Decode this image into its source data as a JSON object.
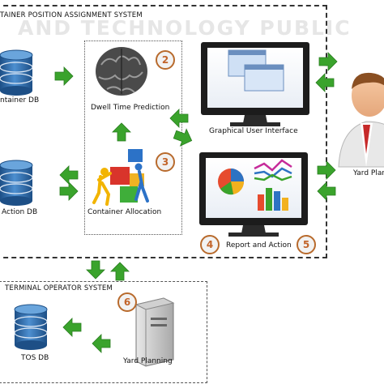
{
  "watermark": "AND TECHNOLOGY PUBLIC",
  "frames": {
    "cpas_title": "TAINER POSITION ASSIGNMENT SYSTEM",
    "tos_title": "TERMINAL OPERATOR SYSTEM"
  },
  "databases": {
    "container_db": "ntainer DB",
    "action_db": "Action DB",
    "tos_db": "TOS DB"
  },
  "modules": {
    "dwell_time": {
      "label": "Dwell Time Prediction",
      "number": "2"
    },
    "allocation": {
      "label": "Container Allocation",
      "number": "3"
    },
    "gui": {
      "label": "Graphical User Interface"
    },
    "report": {
      "label": "Report and Action",
      "number_left": "4",
      "number_right": "5"
    },
    "yard_planning_tos": {
      "label": "Yard Planning",
      "number": "6"
    },
    "yard_planner": {
      "label": "Yard Plan"
    }
  },
  "colors": {
    "arrow_green": "#3aa32c",
    "badge_border": "#b86a2c",
    "badge_text": "#c2642a",
    "db_blue": "#2f6fae",
    "monitor": "#1c1c1c"
  }
}
